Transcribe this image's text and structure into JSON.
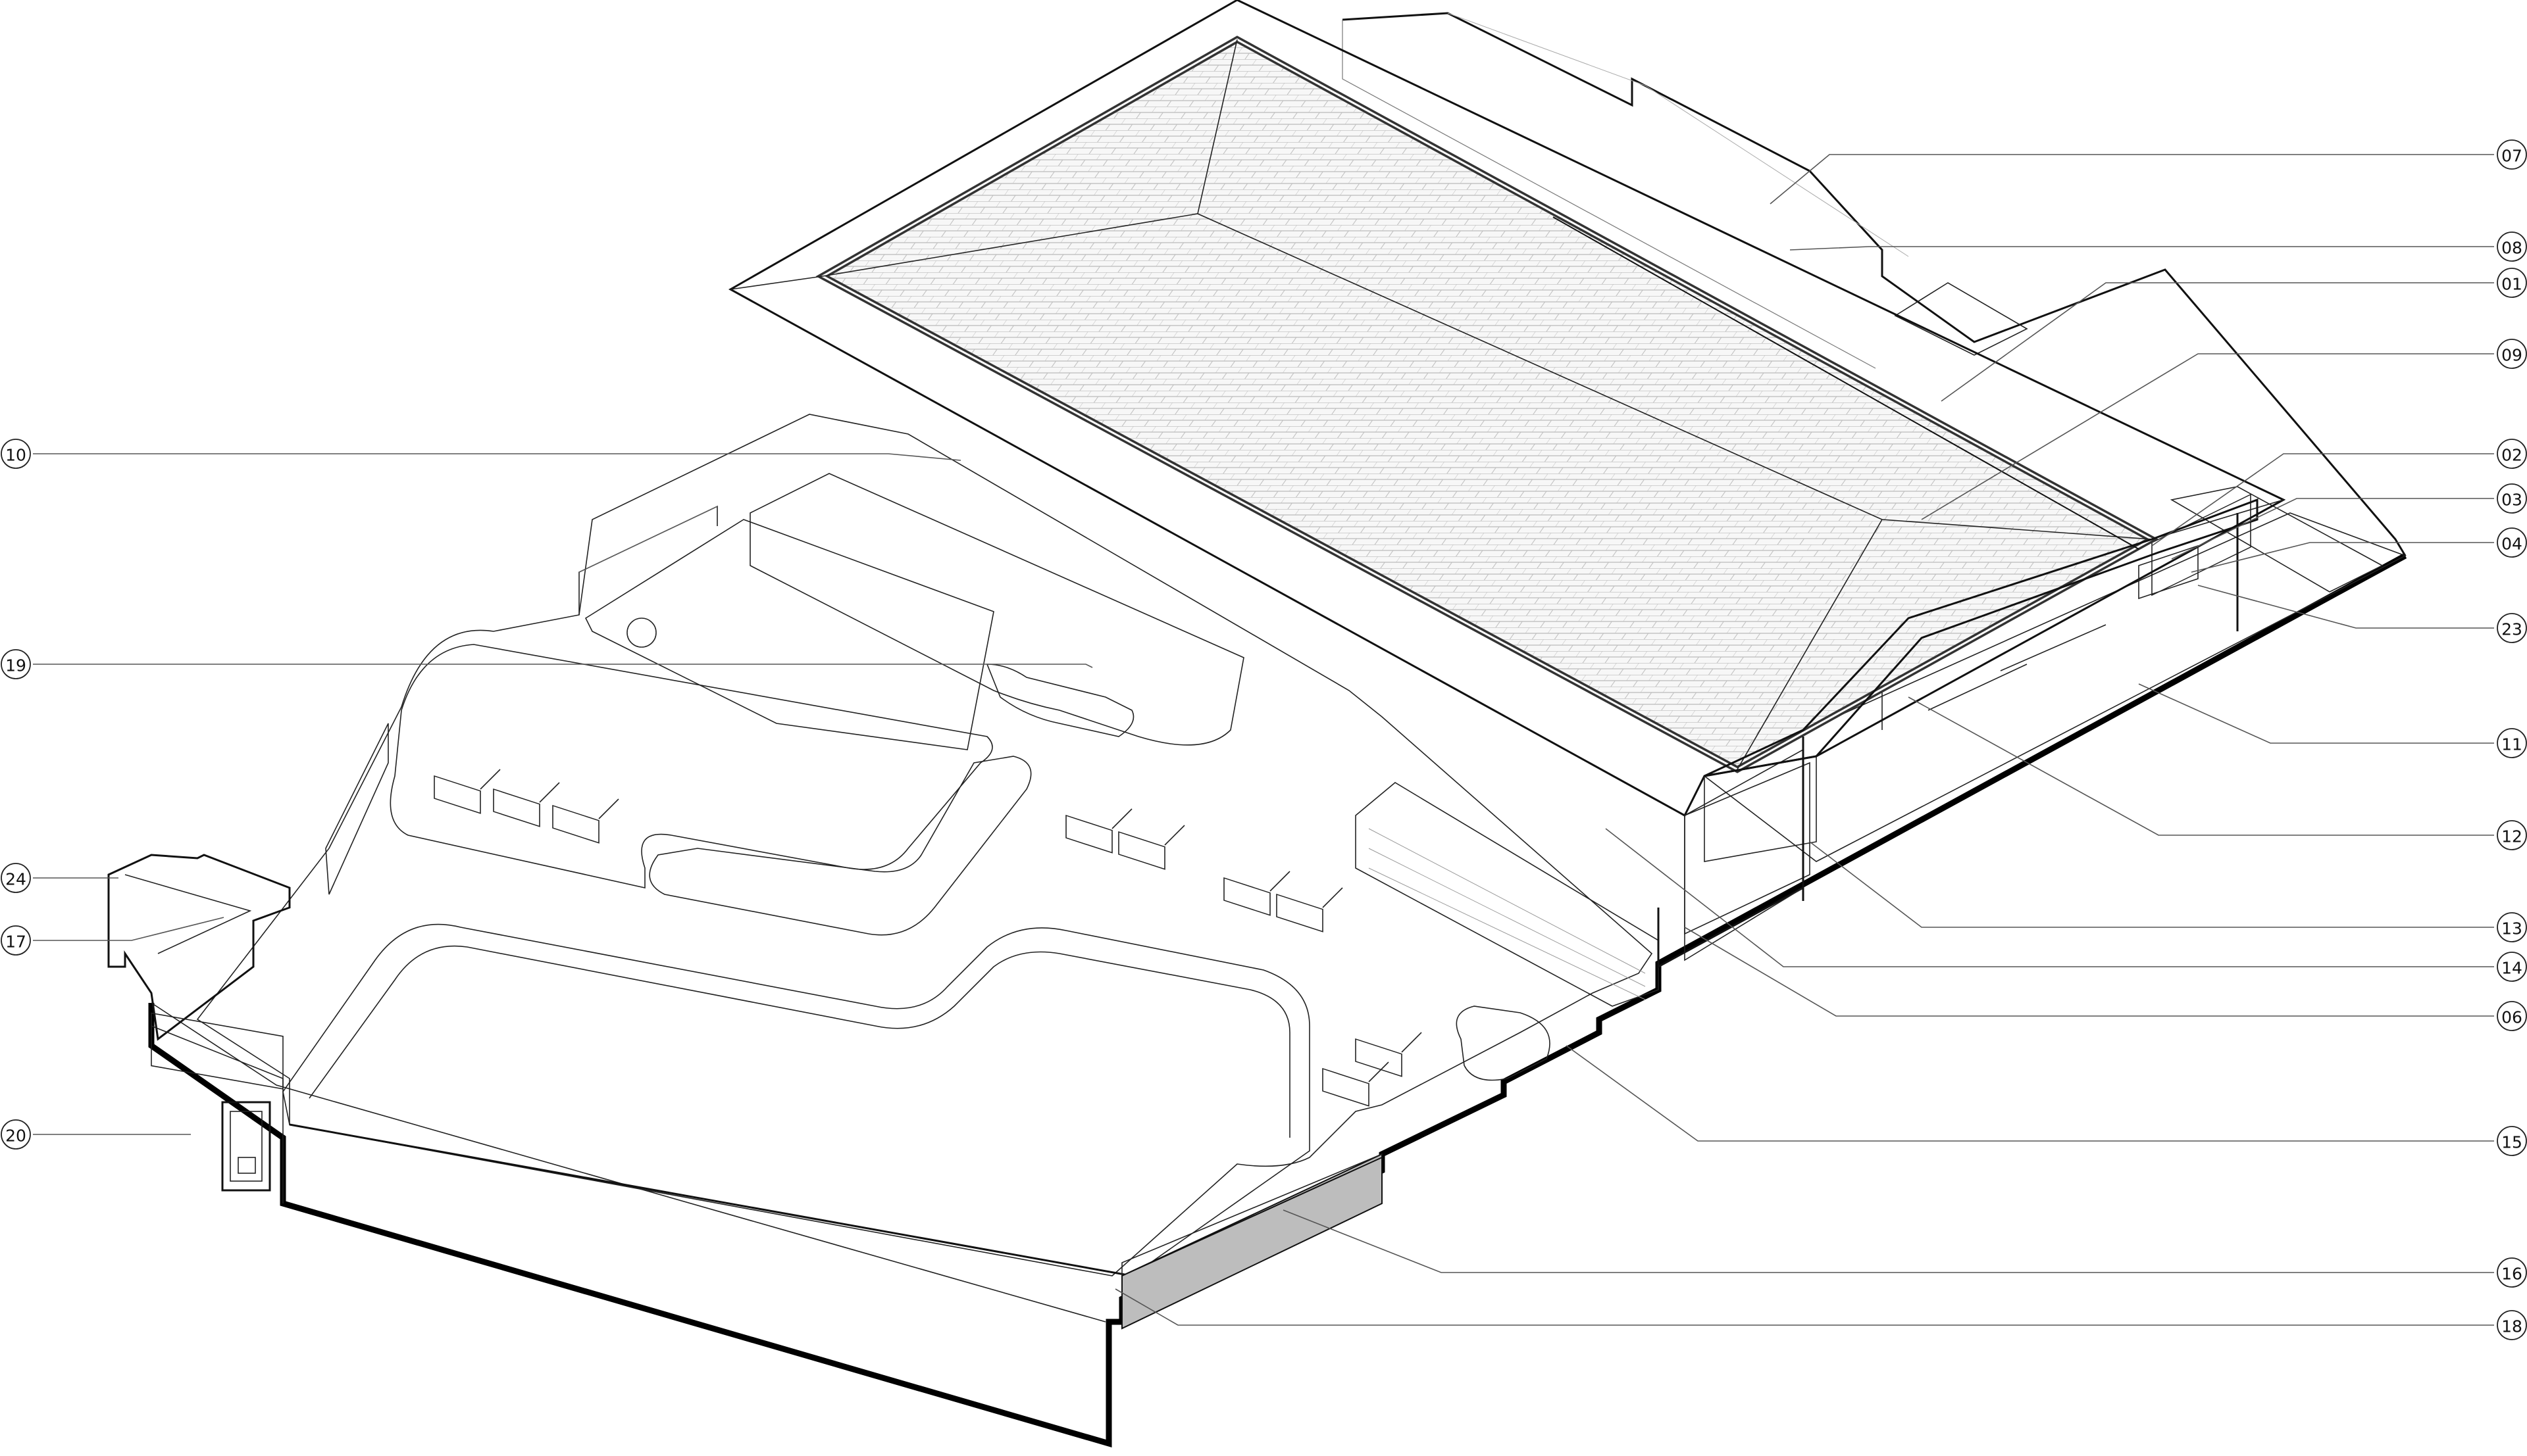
{
  "callouts": [
    {
      "id": "07",
      "label": "07"
    },
    {
      "id": "08",
      "label": "08"
    },
    {
      "id": "01",
      "label": "01"
    },
    {
      "id": "09",
      "label": "09"
    },
    {
      "id": "02",
      "label": "02"
    },
    {
      "id": "03",
      "label": "03"
    },
    {
      "id": "04",
      "label": "04"
    },
    {
      "id": "23",
      "label": "23"
    },
    {
      "id": "11",
      "label": "11"
    },
    {
      "id": "12",
      "label": "12"
    },
    {
      "id": "13",
      "label": "13"
    },
    {
      "id": "14",
      "label": "14"
    },
    {
      "id": "06",
      "label": "06"
    },
    {
      "id": "15",
      "label": "15"
    },
    {
      "id": "16",
      "label": "16"
    },
    {
      "id": "18",
      "label": "18"
    },
    {
      "id": "10",
      "label": "10"
    },
    {
      "id": "19",
      "label": "19"
    },
    {
      "id": "24",
      "label": "24"
    },
    {
      "id": "17",
      "label": "17"
    },
    {
      "id": "20",
      "label": "20"
    }
  ],
  "colors": {
    "line": "#111111",
    "hatch_light": "#e6e6e6",
    "hatch_mid": "#cfcfcf",
    "cut_wall": "#bdbdbd"
  }
}
